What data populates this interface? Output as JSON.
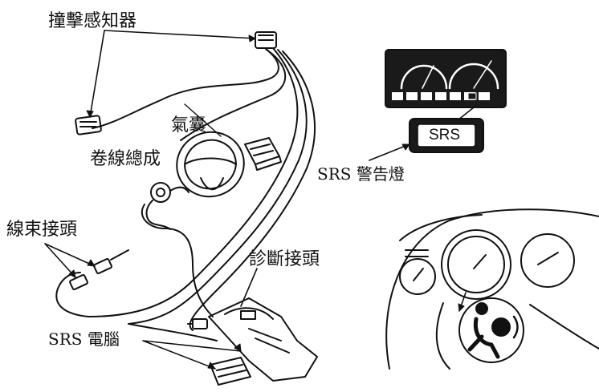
{
  "labels": {
    "impact_sensor": "撞擊感知器",
    "airbag": "氣囊",
    "clock_spring": "卷線總成",
    "harness_connector": "線束接頭",
    "diagnostic_connector": "診斷接頭",
    "srs_computer": "SRS 電腦",
    "srs_warning_light": "SRS 警告燈",
    "srs_indicator_text": "SRS"
  },
  "colors": {
    "ink": "#111111",
    "paper": "#ffffff",
    "panel_dark": "#1a1a1a"
  },
  "icons": [
    "airbag-warning-icon"
  ]
}
